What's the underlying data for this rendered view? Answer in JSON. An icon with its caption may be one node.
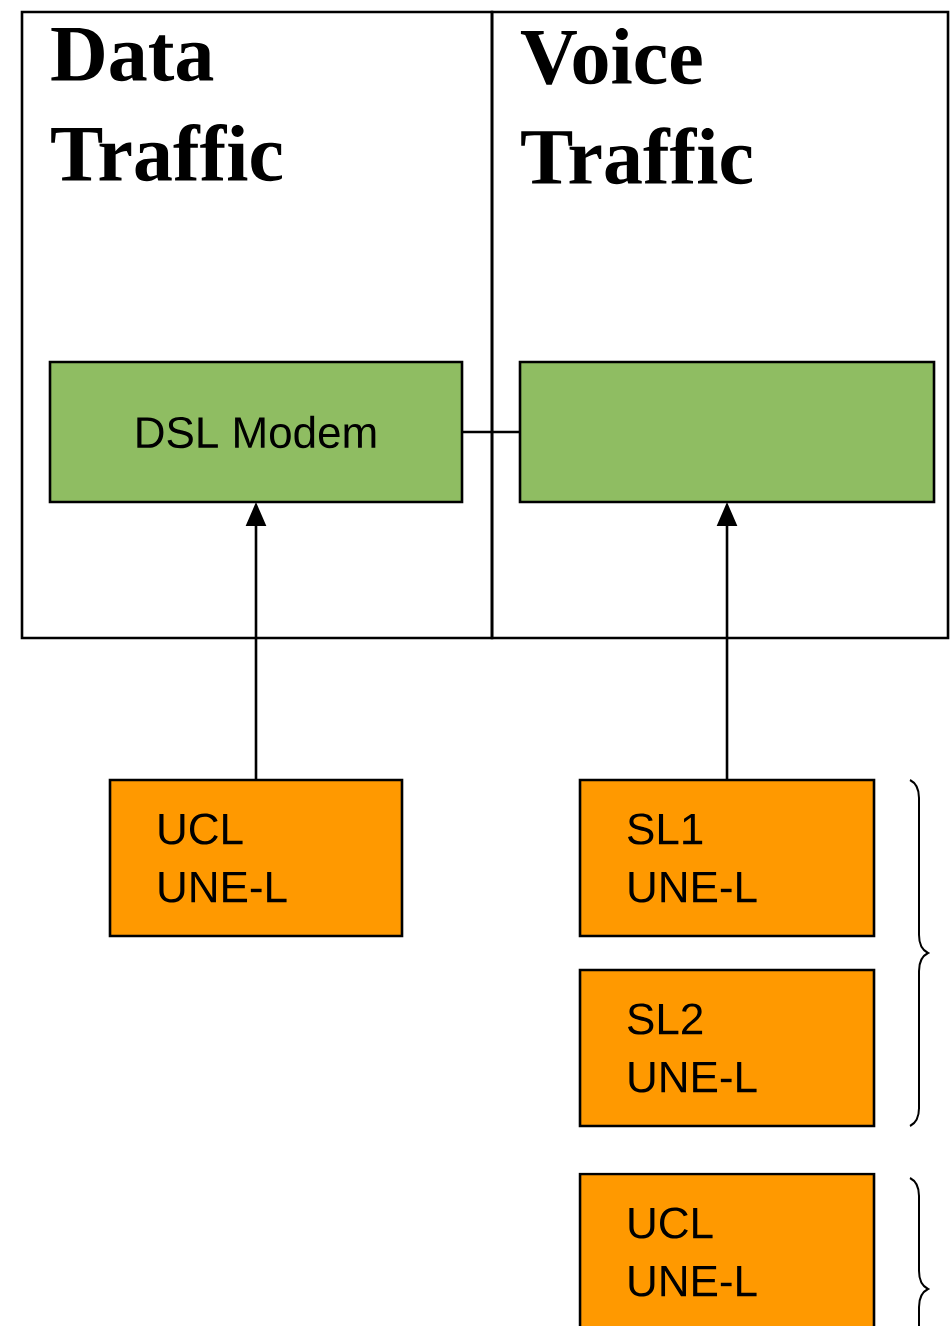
{
  "diagram": {
    "nodes": [
      {
        "text": [
          "Data Traffic"
        ]
      },
      {
        "text": [
          "Voice Traffic"
        ]
      },
      {
        "text": [
          "DSL Modem"
        ],
        "in": 0
      },
      {
        "text": [],
        "shape": "box",
        "in": 1
      },
      {
        "text": [
          "UCL UNE-L"
        ]
      },
      {
        "text": [
          "SL1 UNE-L"
        ]
      },
      {
        "text": [
          "SL2 UNE-L"
        ]
      },
      {
        "text": [
          "UCL UNE-L"
        ]
      }
    ],
    "edges": [
      {
        "from": 2,
        "to": 3,
        "arrow": "none"
      },
      {
        "from": 4,
        "to": 2,
        "arrow": "to"
      },
      {
        "from": 5,
        "to": 3,
        "arrow": "to"
      }
    ]
  }
}
